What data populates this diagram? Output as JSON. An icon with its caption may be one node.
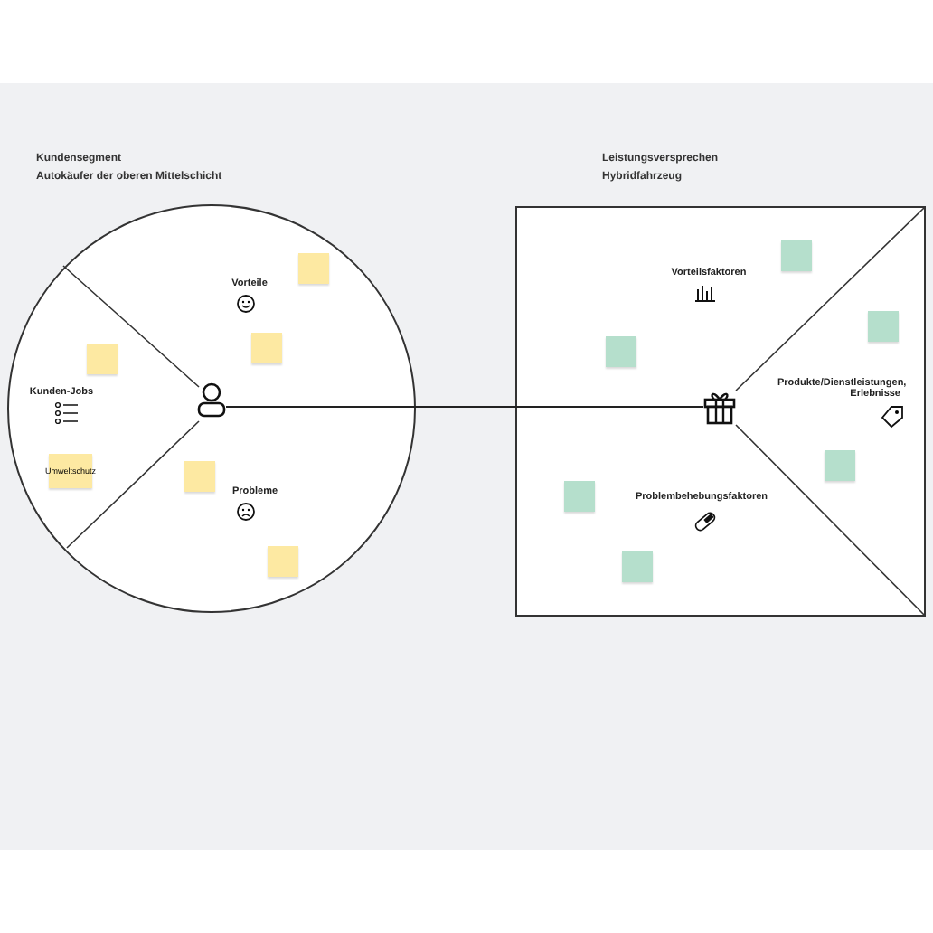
{
  "diagram": {
    "nodes": [
      {
        "text": [],
        "shape": "circle"
      },
      {
        "text": [
          "Vorteile"
        ],
        "in": 0
      },
      {
        "text": [
          "Kunden-Jobs"
        ],
        "in": 0
      },
      {
        "text": [
          "Probleme"
        ],
        "in": 0
      },
      {
        "text": [],
        "shape": "person",
        "in": 0
      },
      {
        "text": [],
        "shape": "box",
        "in": 0
      },
      {
        "text": [],
        "shape": "box",
        "in": 0
      },
      {
        "text": [],
        "shape": "box",
        "in": 0
      },
      {
        "text": [
          "Umweltschutz"
        ],
        "in": 0
      },
      {
        "text": [],
        "shape": "box",
        "in": 0
      },
      {
        "text": [],
        "shape": "box",
        "in": 0
      },
      {
        "text": [],
        "shape": "box"
      },
      {
        "text": [
          "Vorteilsfaktoren"
        ],
        "in": 11
      },
      {
        "text": [
          "Produkte/Dienstleistungen, Erlebnisse"
        ],
        "in": 11
      },
      {
        "text": [
          "Problembehebungsfaktoren"
        ],
        "in": 11
      },
      {
        "text": [],
        "shape": "box",
        "in": 11
      },
      {
        "text": [],
        "shape": "box",
        "in": 11
      },
      {
        "text": [],
        "shape": "box",
        "in": 11
      },
      {
        "text": [],
        "shape": "box",
        "in": 11
      },
      {
        "text": [],
        "shape": "box",
        "in": 11
      },
      {
        "text": [],
        "shape": "box",
        "in": 11
      },
      {
        "text": [],
        "shape": "picture",
        "in": 11
      }
    ],
    "edges": [
      {
        "from": 4,
        "to": 21,
        "arrow": "none"
      }
    ],
    "labels": [
      "Kundensegment",
      "Autokäufer der oberen Mittelschicht",
      "Leistungsversprechen",
      "Hybridfahrzeug"
    ]
  }
}
